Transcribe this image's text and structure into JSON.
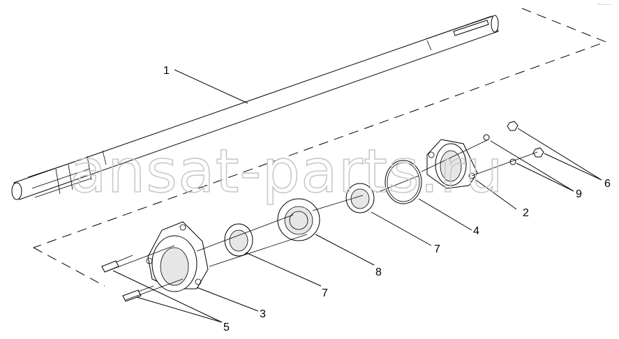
{
  "diagram": {
    "watermark": "ansat-parts.ru",
    "corner_mark": "↗ ———",
    "callouts": {
      "c1": "1",
      "c2": "2",
      "c3": "3",
      "c4": "4",
      "c5": "5",
      "c6": "6",
      "c7a": "7",
      "c7b": "7",
      "c8": "8",
      "c9": "9"
    },
    "parts": [
      {
        "id": "shaft",
        "callout": "1"
      },
      {
        "id": "outer-bearing-housing",
        "callout": "2"
      },
      {
        "id": "inner-bearing-flange",
        "callout": "3"
      },
      {
        "id": "retaining-ring",
        "callout": "4"
      },
      {
        "id": "flange-bolts",
        "callout": "5"
      },
      {
        "id": "nuts",
        "callout": "6"
      },
      {
        "id": "seal-rings",
        "callout": "7"
      },
      {
        "id": "bearing",
        "callout": "8"
      },
      {
        "id": "washers",
        "callout": "9"
      }
    ]
  }
}
